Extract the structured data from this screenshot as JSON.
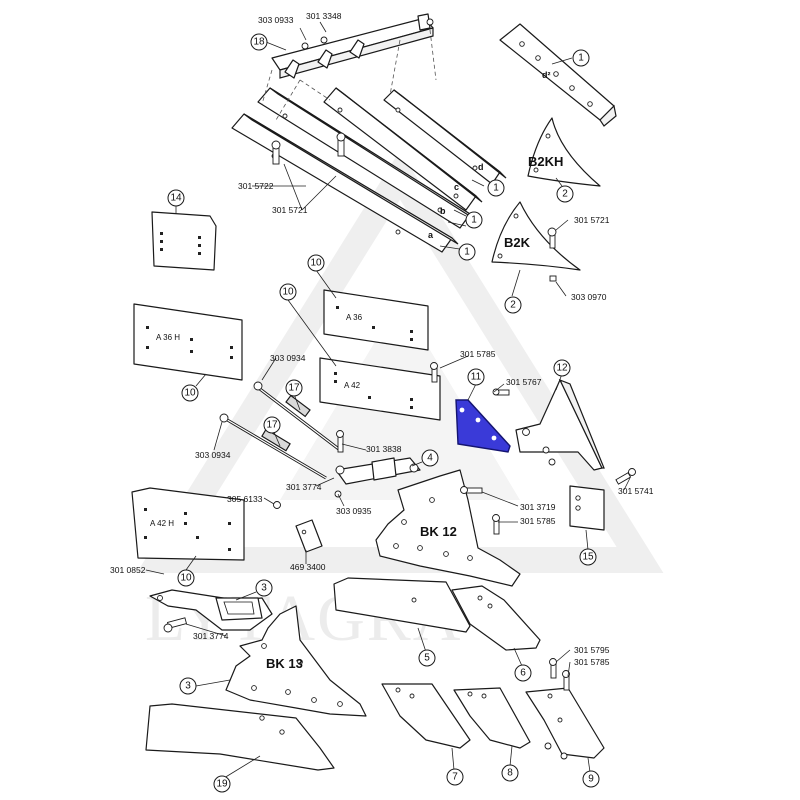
{
  "diagram": {
    "watermark": "LYTAGRA",
    "part_names": {
      "bk12": "BK 12",
      "bk13": "BK 13",
      "b2kh": "B2KH",
      "b2k": "B2K"
    },
    "plate_stamps": {
      "a36": "A 36",
      "a42": "A 42",
      "a36h": "A 36 H",
      "a42h": "A 42 H"
    },
    "variant_letters": [
      "a",
      "b",
      "c",
      "d",
      "d²"
    ],
    "callouts": [
      "18",
      "1",
      "1",
      "1",
      "1",
      "1",
      "2",
      "2",
      "14",
      "10",
      "10",
      "10",
      "10",
      "11",
      "12",
      "15",
      "17",
      "17",
      "4",
      "3",
      "3",
      "5",
      "6",
      "7",
      "8",
      "9",
      "19"
    ],
    "part_numbers": [
      "303 0933",
      "301 3348",
      "301 5722",
      "301 5721",
      "301 5721",
      "303 0970",
      "303 0934",
      "303 0934",
      "301 5785",
      "301 5767",
      "301 3838",
      "301 3774",
      "303 0935",
      "305 6133",
      "469 3400",
      "301 3719",
      "301 5785",
      "301 5741",
      "301 0852",
      "301 3774",
      "301 5795",
      "301 5785"
    ]
  },
  "colors": {
    "highlight": "#3a3ad8",
    "line": "#1a1a1a",
    "watermark": "#ececec"
  }
}
